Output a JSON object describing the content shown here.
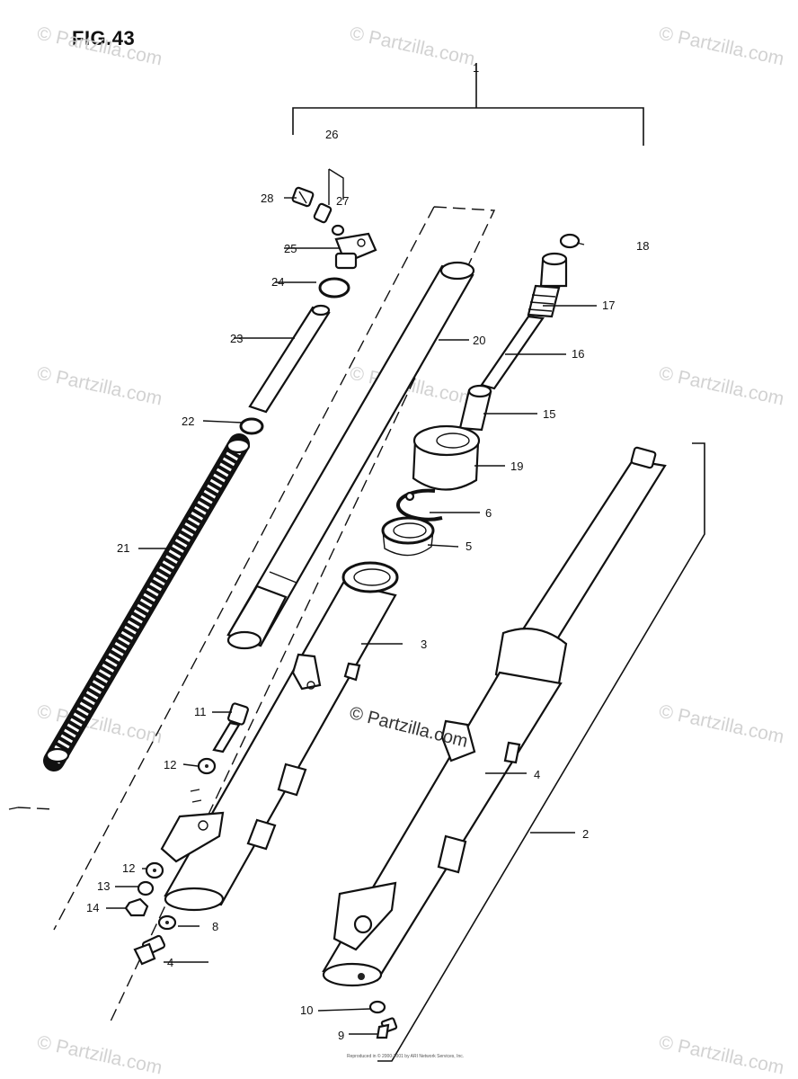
{
  "figure": {
    "title": "FIG.43"
  },
  "watermarks": {
    "text": "© Partzilla.com",
    "center_text": "© Partzilla.com"
  },
  "footer": {
    "note": "Reproduced in © 2000-2001 by ARI Network Services, Inc."
  },
  "callouts": {
    "p1": "1",
    "p2": "2",
    "p3": "3",
    "p4": "4",
    "p4b": "4",
    "p5": "5",
    "p6": "6",
    "p8": "8",
    "p9": "9",
    "p10": "10",
    "p11": "11",
    "p12a": "12",
    "p12b": "12",
    "p13": "13",
    "p14": "14",
    "p15": "15",
    "p16": "16",
    "p17": "17",
    "p18": "18",
    "p19": "19",
    "p20": "20",
    "p21": "21",
    "p22": "22",
    "p23": "23",
    "p24": "24",
    "p25": "25",
    "p26": "26",
    "p27": "27",
    "p28": "28"
  }
}
